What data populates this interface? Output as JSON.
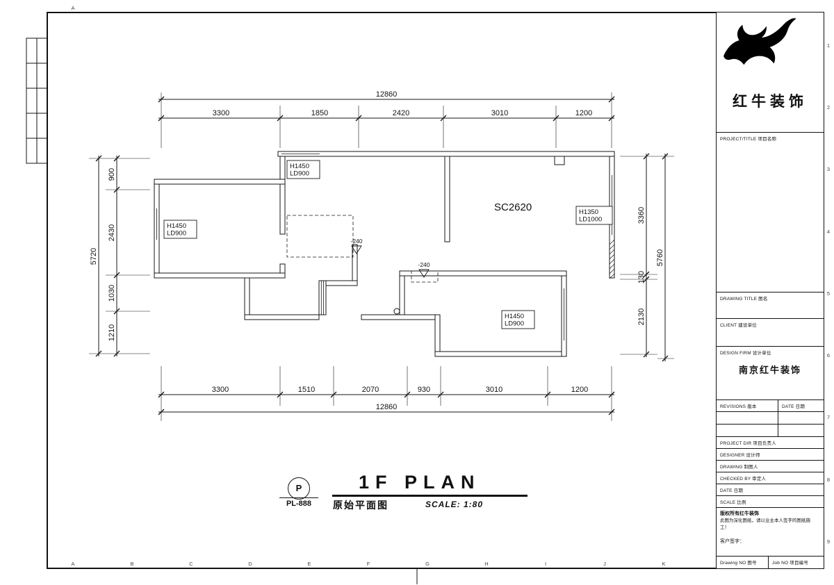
{
  "sheet": {
    "grid_letter_top": "A",
    "grid_letters_bottom": [
      "A",
      "B",
      "C",
      "D",
      "E",
      "F",
      "G",
      "H",
      "I",
      "J",
      "K"
    ],
    "grid_numbers_right": [
      "1",
      "2",
      "3",
      "4",
      "5",
      "6",
      "7",
      "8",
      "9"
    ]
  },
  "dims": {
    "top": [
      "3300",
      "1850",
      "2420",
      "3010",
      "1200"
    ],
    "top_total": "12860",
    "bottom": [
      "3300",
      "1510",
      "2070",
      "930",
      "3010",
      "1200"
    ],
    "bottom_total": "12860",
    "left": [
      "900",
      "2430",
      "1030",
      "1210"
    ],
    "left_total": "5720",
    "right": [
      "3360",
      "130",
      "2130"
    ],
    "right_total": "5760"
  },
  "plan": {
    "room_code": "SC2620",
    "windows": {
      "top": {
        "line1": "H1450",
        "line2": "LD900"
      },
      "left": {
        "line1": "H1450",
        "line2": "LD900"
      },
      "right": {
        "line1": "H1350",
        "line2": "LD1000"
      },
      "bottom": {
        "line1": "H1450",
        "line2": "LD900"
      }
    },
    "levels": {
      "hall": "-240",
      "dining": "-240"
    }
  },
  "title": {
    "detail_tag": "P",
    "detail_code": "PL-888",
    "name_en": "1F PLAN",
    "name_cn": "原始平面图",
    "scale": "SCALE: 1:80"
  },
  "panel": {
    "brand": "红牛装饰",
    "project": "PROJECT/TITLE  项目名称",
    "drawing_title": "DRAWING TITLE  图名",
    "client": "CLIENT  建设单位",
    "design_firm": "DESIGN FIRM  设计单位",
    "firm_name": "南京红牛装饰",
    "revisions": "REVISIONS  版本",
    "rev_date": "DATE  日期",
    "project_dir": "PROJECT DIR  项目负责人",
    "designer": "DESIGNER  设计师",
    "drawing": "DRAWING  制图人",
    "checked": "CHECKED BY  审定人",
    "date": "DATE  日期",
    "scale": "SCALE  比例",
    "note1": "版权所有红牛装饰",
    "note2": "此图为深化图纸，请以业主本人签字的图纸施工！",
    "client_sign": "客户签字：",
    "drawing_no": "Drawing NO  图号",
    "job_no": "Job NO  项目编号"
  }
}
